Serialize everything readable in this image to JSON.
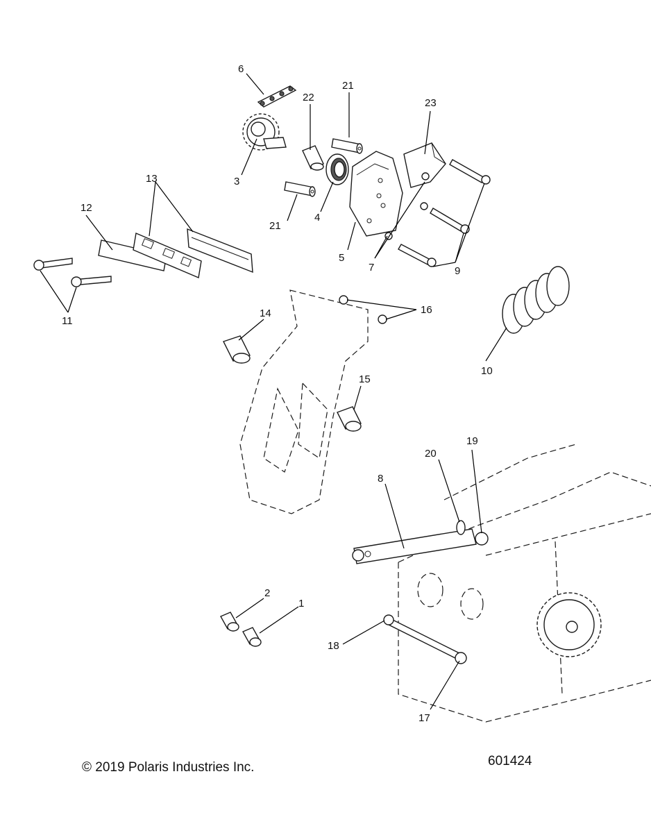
{
  "callouts": [
    {
      "id": "1",
      "label": "1"
    },
    {
      "id": "2",
      "label": "2"
    },
    {
      "id": "3",
      "label": "3"
    },
    {
      "id": "4",
      "label": "4"
    },
    {
      "id": "5",
      "label": "5"
    },
    {
      "id": "6",
      "label": "6"
    },
    {
      "id": "7",
      "label": "7"
    },
    {
      "id": "8",
      "label": "8"
    },
    {
      "id": "9",
      "label": "9"
    },
    {
      "id": "10",
      "label": "10"
    },
    {
      "id": "11",
      "label": "11"
    },
    {
      "id": "12",
      "label": "12"
    },
    {
      "id": "13",
      "label": "13"
    },
    {
      "id": "14",
      "label": "14"
    },
    {
      "id": "15",
      "label": "15"
    },
    {
      "id": "16",
      "label": "16"
    },
    {
      "id": "17",
      "label": "17"
    },
    {
      "id": "18",
      "label": "18"
    },
    {
      "id": "19",
      "label": "19"
    },
    {
      "id": "20",
      "label": "20"
    },
    {
      "id": "21a",
      "label": "21"
    },
    {
      "id": "21b",
      "label": "21"
    },
    {
      "id": "22",
      "label": "22"
    },
    {
      "id": "23",
      "label": "23"
    }
  ],
  "footer": {
    "copyright": "© 2019 Polaris Industries Inc.",
    "diagram_id": "601424"
  }
}
